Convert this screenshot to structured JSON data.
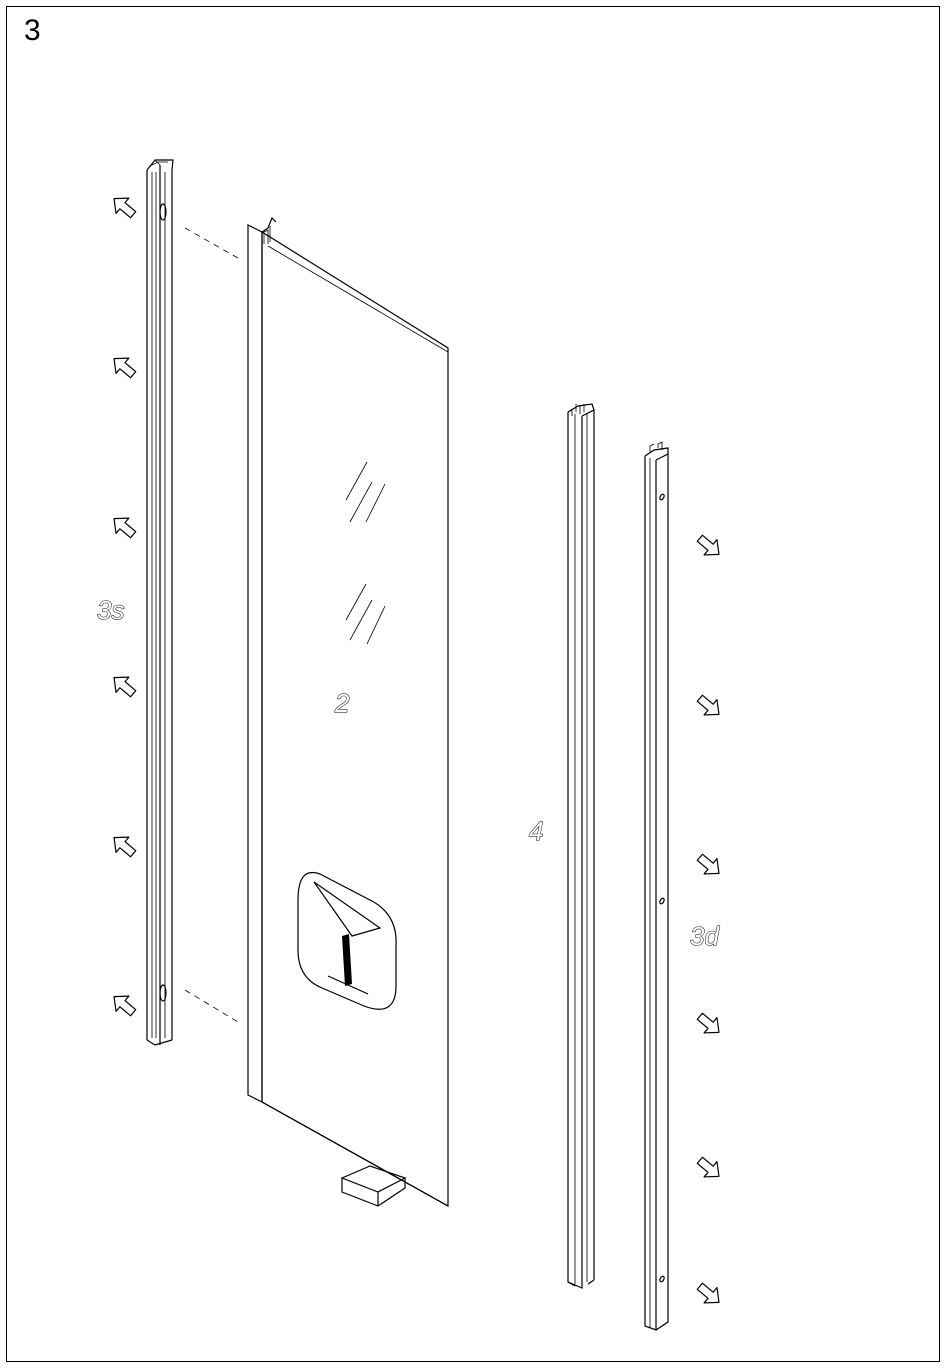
{
  "step": "3",
  "labels": {
    "profile_left": "3s",
    "glass_panel": "2",
    "sliding_profile": "4",
    "profile_right": "3d"
  },
  "colors": {
    "line": "#000000",
    "background": "#ffffff"
  },
  "icons": {
    "direction_arrows": "push-arrow-icon",
    "panel_logo": "glass-logo-icon"
  }
}
